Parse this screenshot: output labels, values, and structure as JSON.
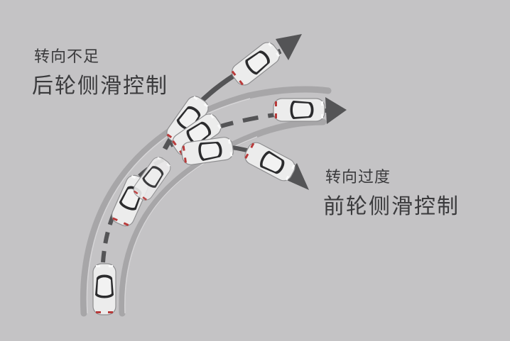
{
  "understeer": {
    "title": "转向不足",
    "control": "后轮侧滑控制"
  },
  "oversteer": {
    "title": "转向过度",
    "control": "前轮侧滑控制"
  },
  "colors": {
    "background": "#c4c3c5",
    "road_edge": "#a7a6a8",
    "road_edge_light": "#d8d7d9",
    "arrow": "#545456",
    "car_body": "#ededed",
    "car_glass": "#2a2a2c",
    "text": "#3a3a3c"
  },
  "icons": {
    "car": "car-icon",
    "arrow": "arrow-icon"
  }
}
